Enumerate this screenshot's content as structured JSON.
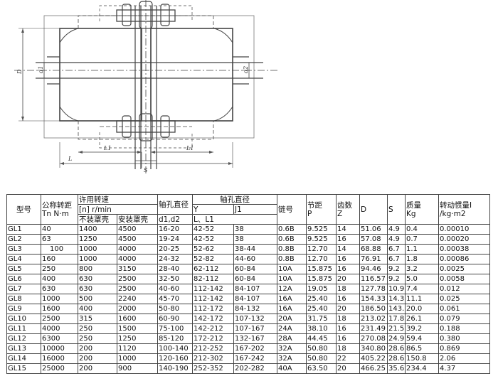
{
  "drawing": {
    "labels": {
      "D": "D",
      "d1": "d1",
      "d2": "d2",
      "L": "L",
      "L1_left": "L1",
      "L1_right": "L1",
      "S": "S"
    }
  },
  "table": {
    "headers": {
      "model": "型号",
      "torque_line1": "公称转距",
      "torque_line2": "Tn N·m",
      "speed_line1": "许用转速",
      "speed_line2": "[n] r/min",
      "speed_no_cover": "不装罩壳",
      "speed_with_cover": "安装罩壳",
      "bore": "轴孔直径",
      "bore_sub": "d1,d2",
      "length": "轴孔直径",
      "length_y": "Y",
      "length_j1": "J1",
      "length_sub": "L、L1",
      "chain": "链号",
      "pitch_line1": "节距",
      "pitch_line2": "P",
      "teeth_line1": "齿数",
      "teeth_line2": "Z",
      "D": "D",
      "S": "S",
      "mass_line1": "质量",
      "mass_line2": "Kg",
      "inertia_line1": "转动惯量I",
      "inertia_line2": "/kg·m2"
    },
    "rows": [
      {
        "model": "GL1",
        "torque": "40",
        "n1": "1400",
        "n2": "4500",
        "d": "16-20",
        "y": "42-52",
        "j": "38",
        "chain": "0.6B",
        "p": "9.525",
        "z": "14",
        "D": "51.06",
        "S": "4.9",
        "kg": "0.4",
        "I": "0.00010"
      },
      {
        "model": "GL2",
        "torque": "63",
        "n1": "1250",
        "n2": "4500",
        "d": "19-24",
        "y": "42-52",
        "j": "38",
        "chain": "0.6B",
        "p": "9.525",
        "z": "16",
        "D": "57.08",
        "S": "4.9",
        "kg": "0.7",
        "I": "0.00020"
      },
      {
        "model": "GL3",
        "torque": "100",
        "n1": "1000",
        "n2": "4000",
        "d": "20-25",
        "y": "52-62",
        "j": "38-44",
        "chain": "0.8B",
        "p": "12.70",
        "z": "14",
        "D": "68.88",
        "S": "6.7",
        "kg": "1.1",
        "I": "0.00038"
      },
      {
        "model": "GL4",
        "torque": "160",
        "n1": "1000",
        "n2": "4000",
        "d": "24-32",
        "y": "52-82",
        "j": "44-60",
        "chain": "0.8B",
        "p": "12.70",
        "z": "16",
        "D": "76.91",
        "S": "6.7",
        "kg": "1.8",
        "I": "0.00086"
      },
      {
        "model": "GL5",
        "torque": "250",
        "n1": "800",
        "n2": "3150",
        "d": "28-40",
        "y": "62-112",
        "j": "60-84",
        "chain": "10A",
        "p": "15.875",
        "z": "16",
        "D": "94.46",
        "S": "9.2",
        "kg": "3.2",
        "I": "0.0025"
      },
      {
        "model": "GL6",
        "torque": "400",
        "n1": "630",
        "n2": "2500",
        "d": "32-50",
        "y": "82-112",
        "j": "60-84",
        "chain": "10A",
        "p": "15.875",
        "z": "20",
        "D": "116.57",
        "S": "9.2",
        "kg": "5.0",
        "I": "0.0058"
      },
      {
        "model": "GL7",
        "torque": "630",
        "n1": "630",
        "n2": "2500",
        "d": "40-60",
        "y": "112-142",
        "j": "84-107",
        "chain": "12A",
        "p": "19.05",
        "z": "18",
        "D": "127.78",
        "S": "10.9",
        "kg": "7.4",
        "I": "0.012"
      },
      {
        "model": "GL8",
        "torque": "1000",
        "n1": "500",
        "n2": "2240",
        "d": "45-70",
        "y": "112-142",
        "j": "84-107",
        "chain": "16A",
        "p": "25.40",
        "z": "16",
        "D": "154.33",
        "S": "14.3",
        "kg": "11.1",
        "I": "0.025"
      },
      {
        "model": "GL9",
        "torque": "1600",
        "n1": "400",
        "n2": "2000",
        "d": "50-80",
        "y": "112-172",
        "j": "84-132",
        "chain": "16A",
        "p": "25.40",
        "z": "20",
        "D": "186.50",
        "S": "143.",
        "kg": "20.0",
        "I": "0.061"
      },
      {
        "model": "GL10",
        "torque": "2500",
        "n1": "315",
        "n2": "1600",
        "d": "60-90",
        "y": "142-172",
        "j": "107-132",
        "chain": "20A",
        "p": "31.75",
        "z": "18",
        "D": "213.02",
        "S": "17.8",
        "kg": "26.1",
        "I": "0.079"
      },
      {
        "model": "GL11",
        "torque": "4000",
        "n1": "250",
        "n2": "1500",
        "d": "75-100",
        "y": "142-212",
        "j": "107-167",
        "chain": "24A",
        "p": "38.10",
        "z": "16",
        "D": "231.49",
        "S": "21.5",
        "kg": "39.2",
        "I": "0.188"
      },
      {
        "model": "GL12",
        "torque": "6300",
        "n1": "250",
        "n2": "1250",
        "d": "85-120",
        "y": "172-212",
        "j": "132-167",
        "chain": "28A",
        "p": "44.45",
        "z": "16",
        "D": "270.08",
        "S": "24.9",
        "kg": "59.4",
        "I": "0.380"
      },
      {
        "model": "GL13",
        "torque": "10000",
        "n1": "200",
        "n2": "1120",
        "d": "100-140",
        "y": "212-252",
        "j": "167-202",
        "chain": "32A",
        "p": "50.80",
        "z": "18",
        "D": "340.80",
        "S": "28.6",
        "kg": "86.5",
        "I": "0.869"
      },
      {
        "model": "GL14",
        "torque": "16000",
        "n1": "200",
        "n2": "1000",
        "d": "120-160",
        "y": "212-302",
        "j": "167-242",
        "chain": "32A",
        "p": "50.80",
        "z": "22",
        "D": "405.22",
        "S": "28.6",
        "kg": "150.8",
        "I": "2.06"
      },
      {
        "model": "GL15",
        "torque": "25000",
        "n1": "200",
        "n2": "900",
        "d": "140-190",
        "y": "252-352",
        "j": "202-282",
        "chain": "40A",
        "p": "63.50",
        "z": "20",
        "D": "466.25",
        "S": "35.6",
        "kg": "234.4",
        "I": "4.37"
      }
    ]
  }
}
